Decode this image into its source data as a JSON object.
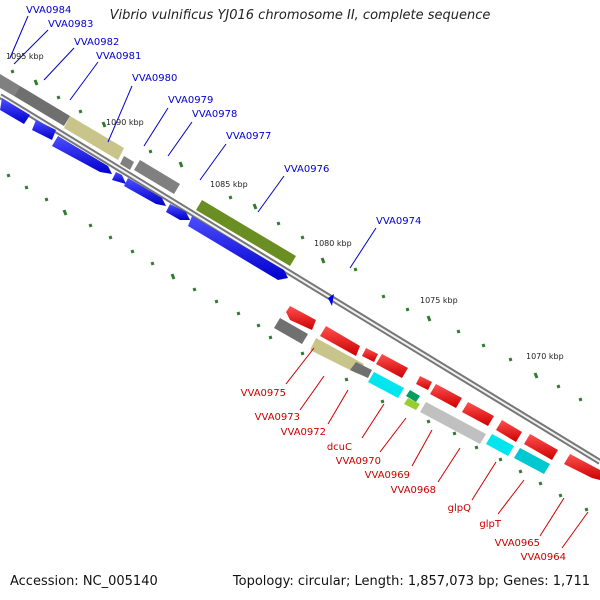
{
  "title": "Vibrio vulnificus YJ016 chromosome II, complete sequence",
  "accession_text": "Accession: NC_005140",
  "topology_text": "Topology: circular; Length: 1,857,073 bp; Genes: 1,711",
  "colors": {
    "backbone": "#8a8a8a",
    "tick": "#2e7d2e",
    "label_forward": "#0000cc",
    "label_reverse": "#cc0000",
    "scale_label": "#222222"
  },
  "scale_labels": [
    "1095 kbp",
    "1090 kbp",
    "1085 kbp",
    "1080 kbp",
    "1075 kbp",
    "1070 kbp"
  ],
  "genes_forward": [
    {
      "label": "VVA0984",
      "color": "#808080"
    },
    {
      "label": "VVA0983",
      "color": "#0000ee"
    },
    {
      "label": "VVA0982",
      "color": "#0000ee"
    },
    {
      "label": "VVA0981",
      "color": "#c8c48a"
    },
    {
      "label": "VVA0980",
      "color": "#0000ee"
    },
    {
      "label": "VVA0979",
      "color": "#808080"
    },
    {
      "label": "VVA0978",
      "color": "#808080"
    },
    {
      "label": "VVA0977",
      "color": "#0000ee"
    },
    {
      "label": "VVA0976",
      "color": "#6b8e23"
    },
    {
      "label": "VVA0974",
      "color": "#0000ee"
    }
  ],
  "genes_reverse": [
    {
      "label": "VVA0975",
      "color": "#808080"
    },
    {
      "label": "VVA0973",
      "color": "#c8c48a"
    },
    {
      "label": "VVA0972",
      "color": "#808080"
    },
    {
      "label": "dcuC",
      "color": "#00e5ee"
    },
    {
      "label": "VVA0970",
      "color": "#9acd32"
    },
    {
      "label": "VVA0969",
      "color": "#009e60"
    },
    {
      "label": "VVA0968",
      "color": "#c0c0c0"
    },
    {
      "label": "glpQ",
      "color": "#00e5ee"
    },
    {
      "label": "glpT",
      "color": "#00e5ee"
    },
    {
      "label": "VVA0965",
      "color": "#ff0000"
    },
    {
      "label": "VVA0964",
      "color": "#ff0000"
    }
  ]
}
